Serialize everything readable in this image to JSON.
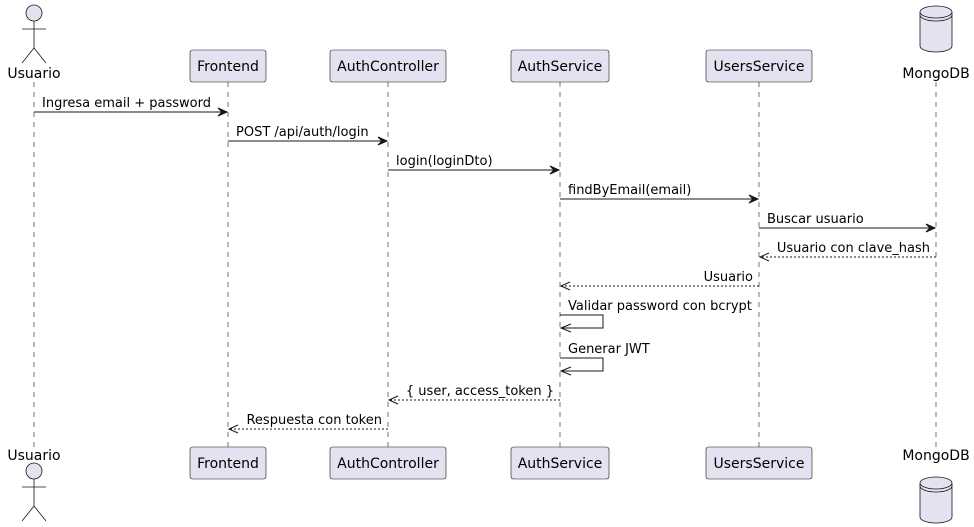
{
  "participants": [
    {
      "id": "usuario",
      "label": "Usuario",
      "kind": "actor"
    },
    {
      "id": "frontend",
      "label": "Frontend",
      "kind": "participant"
    },
    {
      "id": "authcontroller",
      "label": "AuthController",
      "kind": "participant"
    },
    {
      "id": "authservice",
      "label": "AuthService",
      "kind": "participant"
    },
    {
      "id": "usersservice",
      "label": "UsersService",
      "kind": "participant"
    },
    {
      "id": "mongodb",
      "label": "MongoDB",
      "kind": "database"
    }
  ],
  "messages": [
    {
      "from": "usuario",
      "to": "frontend",
      "text": "Ingresa email + password",
      "style": "sync"
    },
    {
      "from": "frontend",
      "to": "authcontroller",
      "text": "POST /api/auth/login",
      "style": "sync"
    },
    {
      "from": "authcontroller",
      "to": "authservice",
      "text": "login(loginDto)",
      "style": "sync"
    },
    {
      "from": "authservice",
      "to": "usersservice",
      "text": "findByEmail(email)",
      "style": "sync"
    },
    {
      "from": "usersservice",
      "to": "mongodb",
      "text": "Buscar usuario",
      "style": "sync"
    },
    {
      "from": "mongodb",
      "to": "usersservice",
      "text": "Usuario con clave_hash",
      "style": "return"
    },
    {
      "from": "usersservice",
      "to": "authservice",
      "text": "Usuario",
      "style": "return"
    },
    {
      "from": "authservice",
      "to": "authservice",
      "text": "Validar password con bcrypt",
      "style": "self"
    },
    {
      "from": "authservice",
      "to": "authservice",
      "text": "Generar JWT",
      "style": "self"
    },
    {
      "from": "authservice",
      "to": "authcontroller",
      "text": "{ user, access_token }",
      "style": "return"
    },
    {
      "from": "authcontroller",
      "to": "frontend",
      "text": "Respuesta con token",
      "style": "return"
    }
  ],
  "colors": {
    "participant_fill": "#E2E2F0",
    "border": "#181818",
    "background": "#FFFFFF"
  }
}
